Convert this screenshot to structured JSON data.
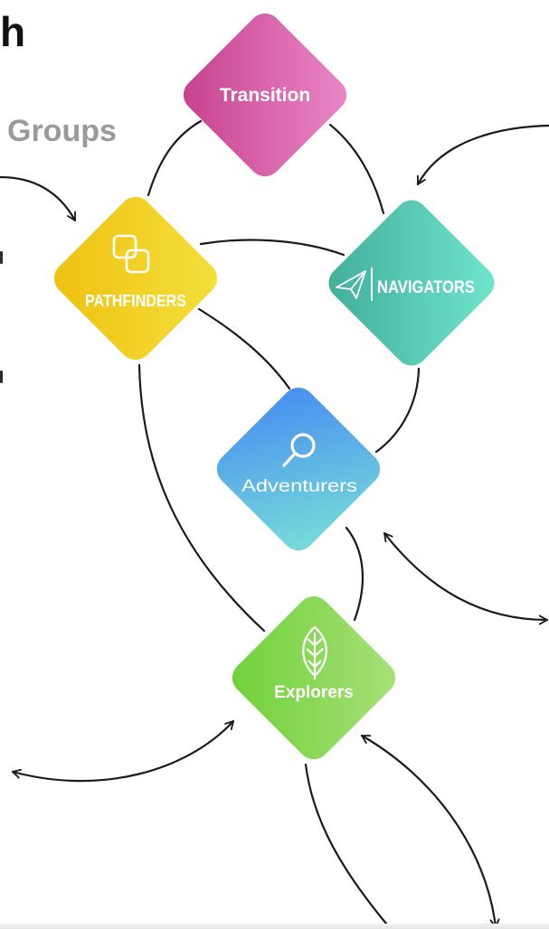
{
  "page": {
    "title_fragment": "h",
    "subtitle_fragment": "Groups"
  },
  "nodes": [
    {
      "id": "transition",
      "label": "Transition",
      "icon": "none",
      "colors": [
        "#c6408c",
        "#ea89c8"
      ]
    },
    {
      "id": "pathfinders",
      "label": "PATHFINDERS",
      "icon": "overlapping-squares-icon",
      "colors": [
        "#eec00f",
        "#f5e03d"
      ]
    },
    {
      "id": "navigators",
      "label": "NAVIGATORS",
      "icon": "paper-plane-icon",
      "colors": [
        "#40ad99",
        "#72e6cf"
      ]
    },
    {
      "id": "adventurers",
      "label": "Adventurers",
      "icon": "magnifier-icon",
      "colors": [
        "#4a92f0",
        "#74d9d9"
      ]
    },
    {
      "id": "explorers",
      "label": "Explorers",
      "icon": "leaf-icon",
      "colors": [
        "#6fd138",
        "#a8e07a"
      ]
    }
  ],
  "connections": [
    [
      "transition",
      "pathfinders"
    ],
    [
      "transition",
      "navigators"
    ],
    [
      "pathfinders",
      "navigators"
    ],
    [
      "pathfinders",
      "adventurers"
    ],
    [
      "pathfinders",
      "explorers"
    ],
    [
      "navigators",
      "adventurers"
    ],
    [
      "adventurers",
      "explorers"
    ]
  ]
}
